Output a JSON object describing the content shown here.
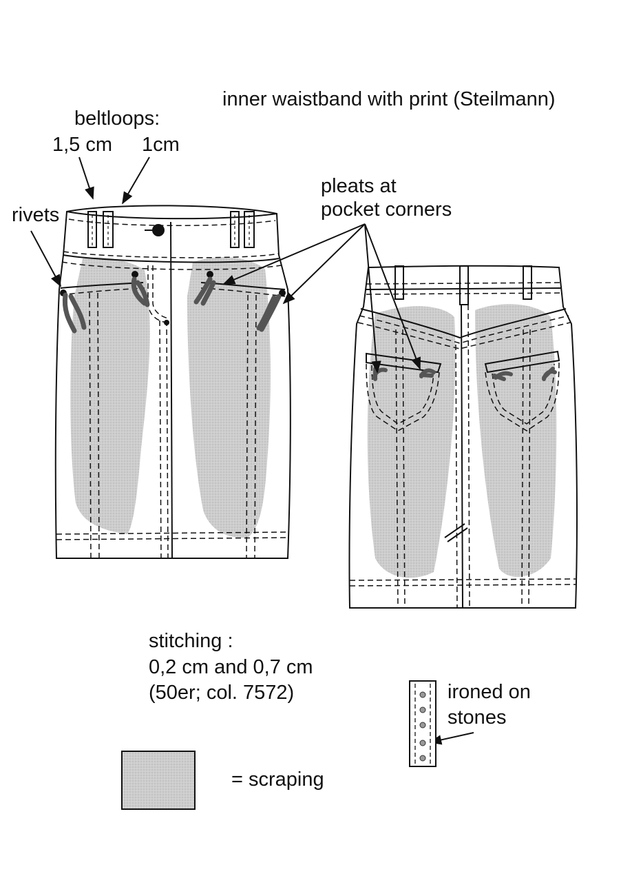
{
  "labels": {
    "inner_waistband": "inner waistband with print (Steilmann)",
    "beltloops_title": "beltloops:",
    "beltloop_wide": "1,5 cm",
    "beltloop_narrow": "1cm",
    "rivets": "rivets",
    "pleats_line1": "pleats at",
    "pleats_line2": "pocket corners",
    "stitching_line1": "stitching :",
    "stitching_line2": "0,2 cm and 0,7 cm",
    "stitching_line3": "(50er; col. 7572)",
    "stones_line1": "ironed on",
    "stones_line2": "stones",
    "scraping_legend": "= scraping"
  },
  "colors": {
    "line": "#111111",
    "scraping": "#c9c9c9",
    "pleat": "#555555"
  }
}
